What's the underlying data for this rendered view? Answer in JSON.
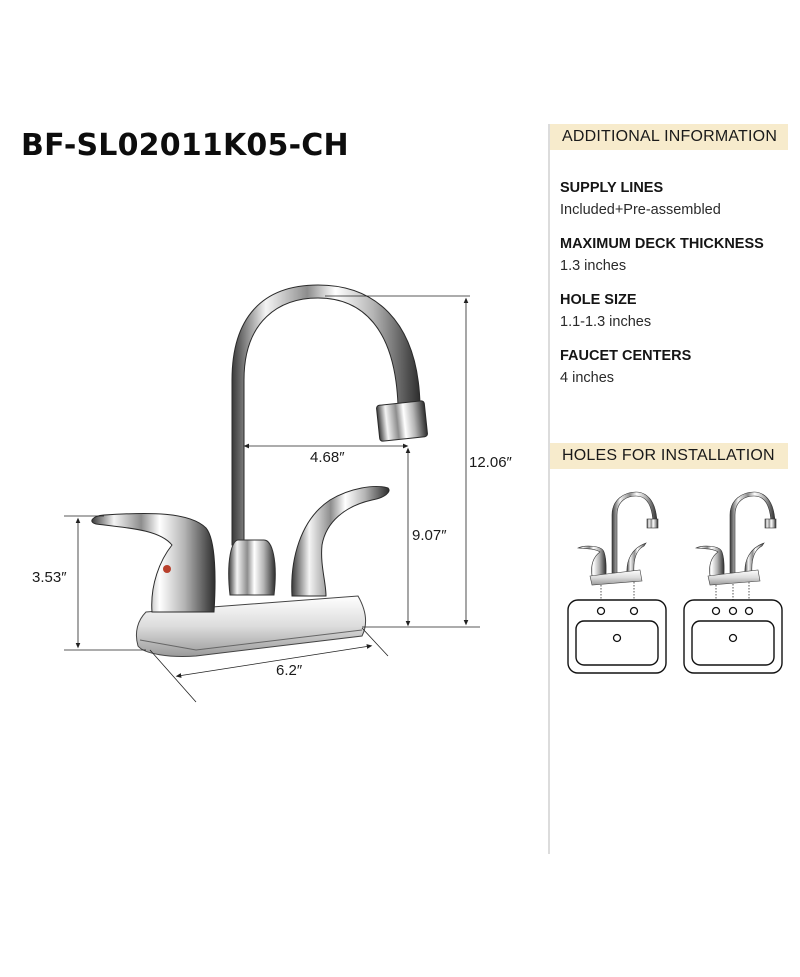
{
  "product": {
    "model": "BF-SL02011K05-CH"
  },
  "additional_information": {
    "heading": "ADDITIONAL INFORMATION",
    "specs": [
      {
        "label": "SUPPLY LINES",
        "value": "Included+Pre-assembled"
      },
      {
        "label": "MAXIMUM DECK THICKNESS",
        "value": "1.3 inches"
      },
      {
        "label": "HOLE SIZE",
        "value": "1.1-1.3 inches"
      },
      {
        "label": "FAUCET CENTERS",
        "value": "4 inches"
      }
    ]
  },
  "installation": {
    "heading": "HOLES FOR INSTALLATION",
    "options": [
      {
        "name": "3-hole-faucet-on-2-hole-sink",
        "holes": 2
      },
      {
        "name": "3-hole-faucet-on-3-hole-sink",
        "holes": 3
      }
    ]
  },
  "dimensions": {
    "handle_height": "3.53″",
    "spout_reach": "4.68″",
    "spout_height": "9.07″",
    "total_height": "12.06″",
    "base_width": "6.2″"
  },
  "colors": {
    "header_bg": "#f7ebcc",
    "divider": "#dcdcdc",
    "hot_indicator": "#b8402c"
  }
}
